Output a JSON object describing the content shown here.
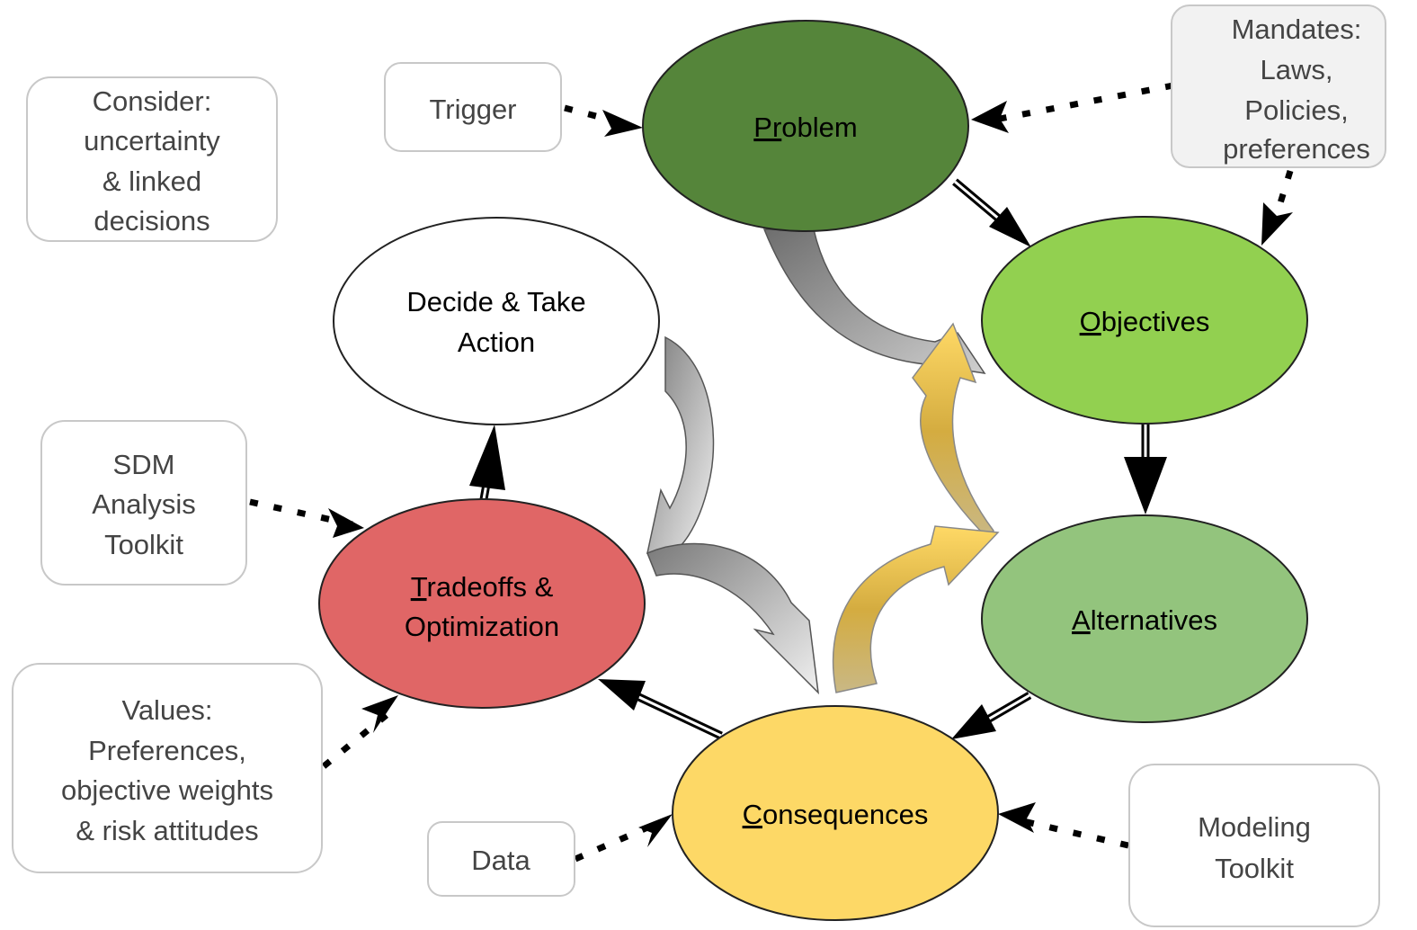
{
  "nodes": {
    "problem": {
      "first": "Pr",
      "rest": "oblem",
      "color": "#55853a"
    },
    "objectives": {
      "first": "O",
      "rest": "bjectives",
      "color": "#92d050"
    },
    "alternatives": {
      "first": "A",
      "rest": "lternatives",
      "color": "#93c47d"
    },
    "consequences": {
      "first": "C",
      "rest": "onsequences",
      "color": "#fdd866"
    },
    "tradeoffs": {
      "first": "T",
      "rest": "radeoffs &",
      "line2": "Optimization",
      "color": "#e06666"
    },
    "decide": {
      "line1": "Decide & Take",
      "line2": "Action",
      "color": "#ffffff"
    }
  },
  "boxes": {
    "trigger": {
      "lines": [
        "Trigger"
      ]
    },
    "mandates": {
      "lines": [
        "Mandates:",
        "Laws,",
        "Policies,",
        "preferences"
      ],
      "fill": "#f2f2f2"
    },
    "consider": {
      "lines": [
        "Consider:",
        "uncertainty",
        "& linked",
        "decisions"
      ]
    },
    "sdm": {
      "lines": [
        "SDM",
        "Analysis",
        "Toolkit"
      ]
    },
    "values": {
      "lines": [
        "Values:",
        "Preferences,",
        "objective weights",
        "& risk attitudes"
      ]
    },
    "data": {
      "lines": [
        "Data"
      ]
    },
    "modeling": {
      "lines": [
        "Modeling",
        "Toolkit"
      ]
    }
  }
}
